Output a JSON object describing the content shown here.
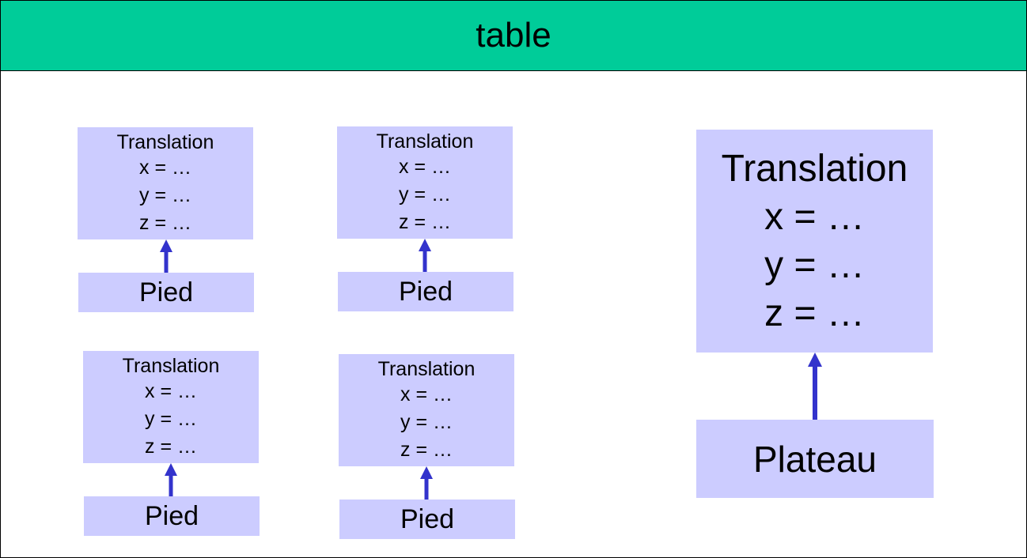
{
  "title": "table",
  "colors": {
    "header": "#00cc99",
    "box": "#ccccff",
    "arrow": "#3333cc"
  },
  "groups": [
    {
      "translation": {
        "title": "Translation",
        "x": "x = …",
        "y": "y = …",
        "z": "z = …"
      },
      "label": "Pied"
    },
    {
      "translation": {
        "title": "Translation",
        "x": "x = …",
        "y": "y = …",
        "z": "z = …"
      },
      "label": "Pied"
    },
    {
      "translation": {
        "title": "Translation",
        "x": "x = …",
        "y": "y = …",
        "z": "z = …"
      },
      "label": "Pied"
    },
    {
      "translation": {
        "title": "Translation",
        "x": "x = …",
        "y": "y = …",
        "z": "z = …"
      },
      "label": "Pied"
    },
    {
      "translation": {
        "title": "Translation",
        "x": "x = …",
        "y": "y = …",
        "z": "z = …"
      },
      "label": "Plateau"
    }
  ]
}
